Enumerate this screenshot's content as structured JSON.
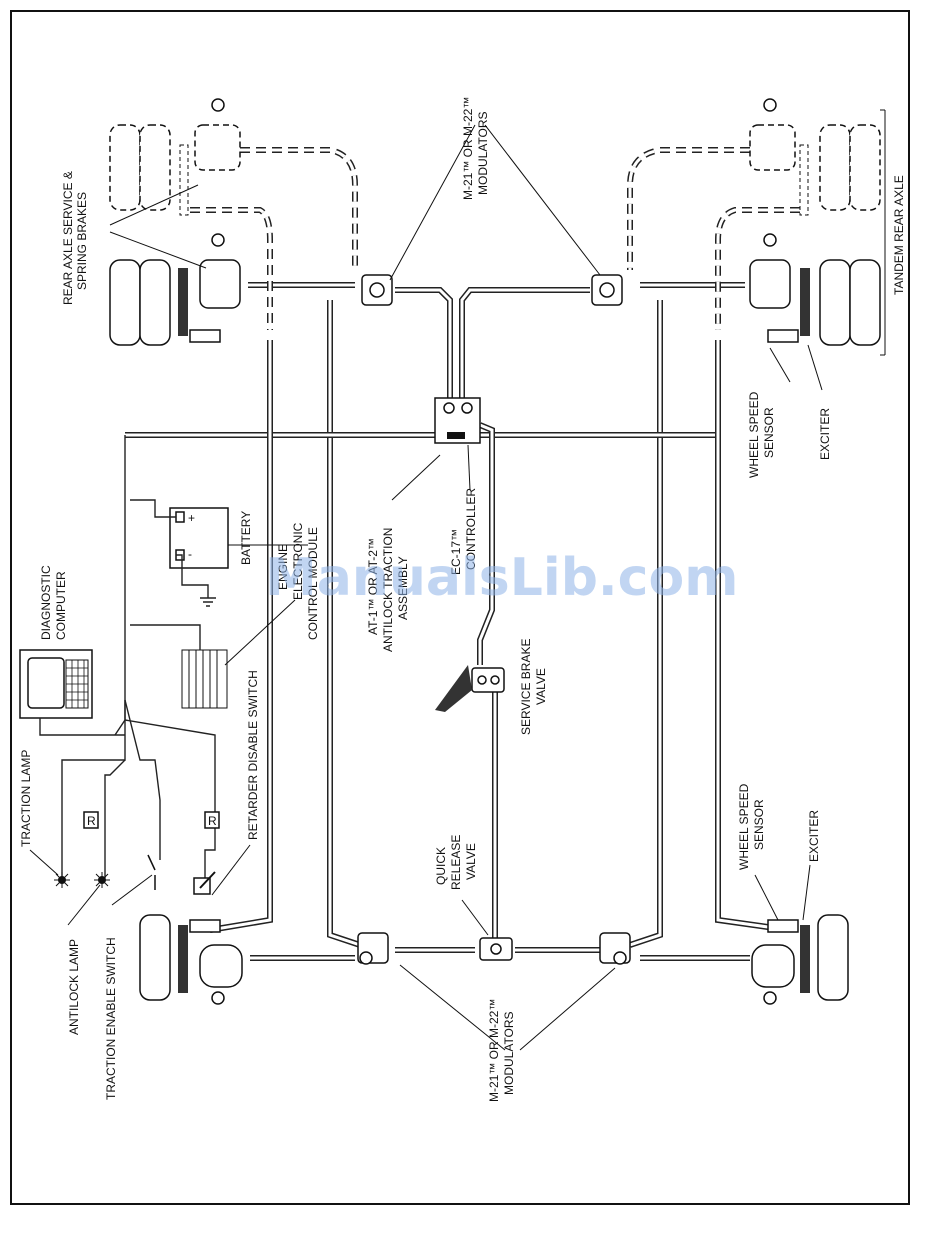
{
  "watermark": "ManualsLib.com",
  "labels": {
    "rear_axle_service": [
      "REAR AXLE SERVICE &",
      "SPRING BRAKES"
    ],
    "modulators_top": [
      "M-21™ OR M-22™",
      "MODULATORS"
    ],
    "tandem_rear_axle": "TANDEM REAR AXLE",
    "wheel_speed_sensor_top": [
      "WHEEL SPEED",
      "SENSOR"
    ],
    "exciter_top": "EXCITER",
    "battery": "BATTERY",
    "engine_ecm": [
      "ENGINE",
      "ELECTRONIC",
      "CONTROL MODULE"
    ],
    "at1": [
      "AT-1™ OR AT-2™",
      "ANTILOCK TRACTION",
      "ASSEMBLY"
    ],
    "ec17": [
      "EC-17™",
      "CONTROLLER"
    ],
    "diagnostic_computer": [
      "DIAGNOSTIC",
      "COMPUTER"
    ],
    "service_brake_valve": [
      "SERVICE  BRAKE",
      "VALVE"
    ],
    "traction_lamp": "TRACTION LAMP",
    "retarder_disable_switch": "RETARDER DISABLE SWITCH",
    "quick_release_valve": [
      "QUICK",
      "RELEASE",
      "VALVE"
    ],
    "wheel_speed_sensor_bottom": [
      "WHEEL SPEED",
      "SENSOR"
    ],
    "exciter_bottom": "EXCITER",
    "antilock_lamp": "ANTILOCK  LAMP",
    "traction_enable_switch": "TRACTION ENABLE  SWITCH",
    "modulators_bottom": [
      "M-21™ OR M-22™",
      "MODULATORS"
    ],
    "relay": "R",
    "battery_plus": "+",
    "battery_minus": "-"
  },
  "colors": {
    "line": "#222222",
    "watermark": "#8fb4e8",
    "background": "#ffffff"
  }
}
